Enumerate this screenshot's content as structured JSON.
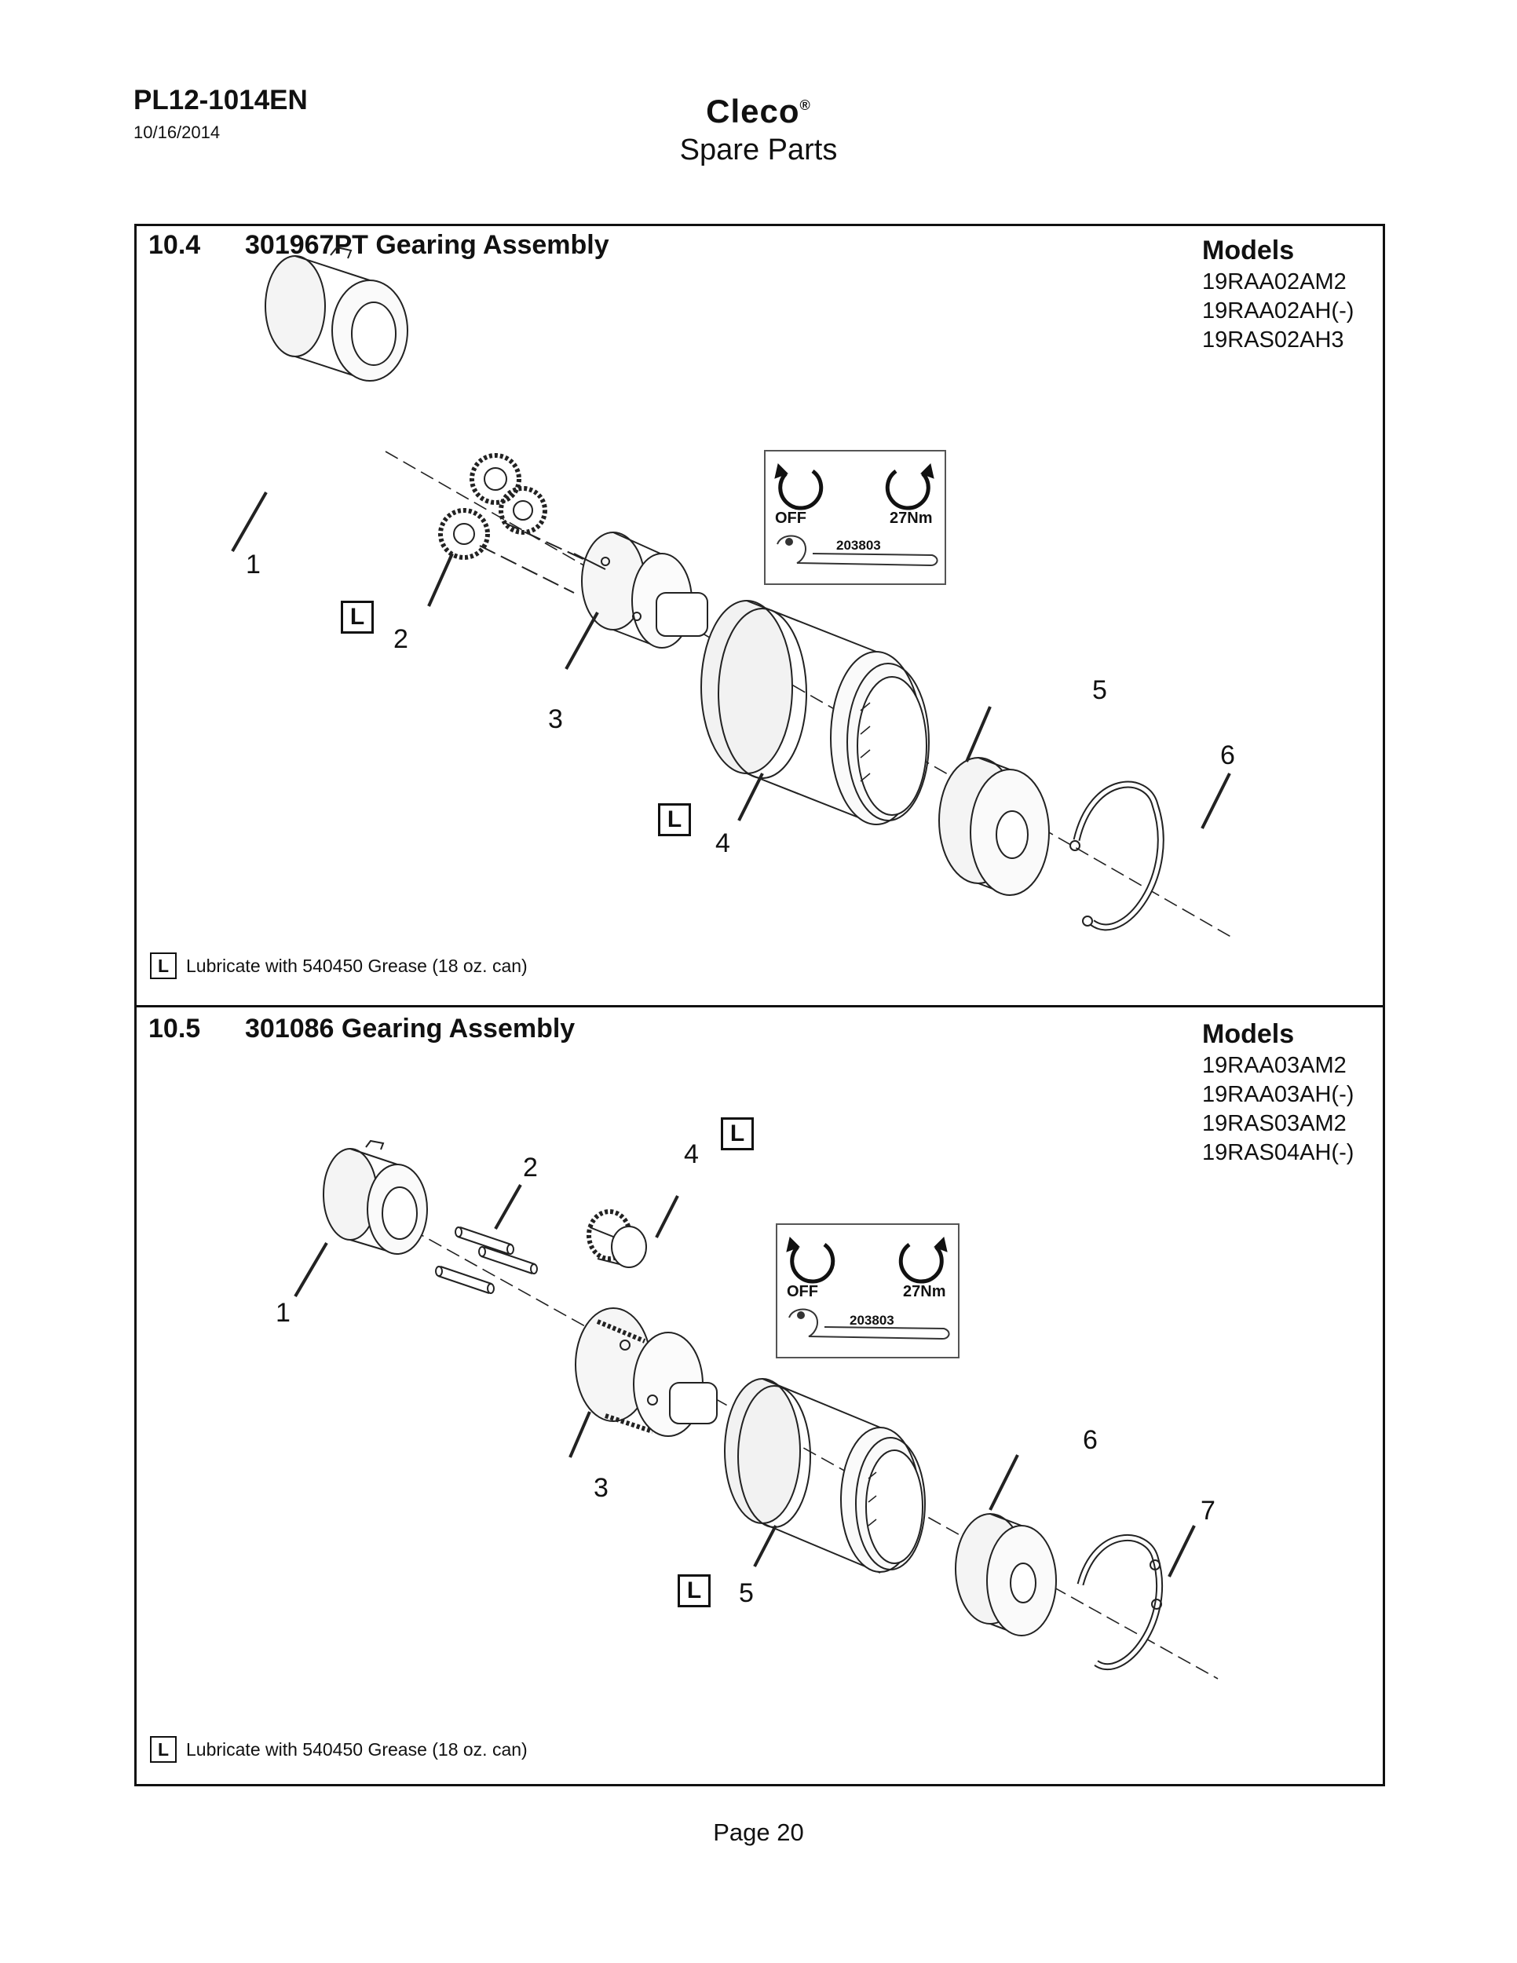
{
  "header": {
    "doc_id": "PL12-1014EN",
    "date": "10/16/2014",
    "brand": "Cleco",
    "brand_mark": "®",
    "subtitle": "Spare Parts"
  },
  "sections": [
    {
      "number": "10.4",
      "title": "301967PT Gearing Assembly",
      "models_heading": "Models",
      "models": [
        "19RAA02AM2",
        "19RAA02AH(-)",
        "19RAS02AH3"
      ],
      "callouts": [
        "1",
        "2",
        "3",
        "4",
        "5",
        "6"
      ],
      "lube_marker": "L",
      "torque": {
        "off": "OFF",
        "value": "27Nm",
        "tool": "203803"
      },
      "note": "Lubricate with 540450 Grease (18 oz. can)"
    },
    {
      "number": "10.5",
      "title": "301086 Gearing Assembly",
      "models_heading": "Models",
      "models": [
        "19RAA03AM2",
        "19RAA03AH(-)",
        "19RAS03AM2",
        "19RAS04AH(-)"
      ],
      "callouts": [
        "1",
        "2",
        "3",
        "4",
        "5",
        "6",
        "7"
      ],
      "lube_marker": "L",
      "torque": {
        "off": "OFF",
        "value": "27Nm",
        "tool": "203803"
      },
      "note": "Lubricate with 540450 Grease (18 oz. can)"
    }
  ],
  "footer": {
    "page": "Page 20"
  }
}
